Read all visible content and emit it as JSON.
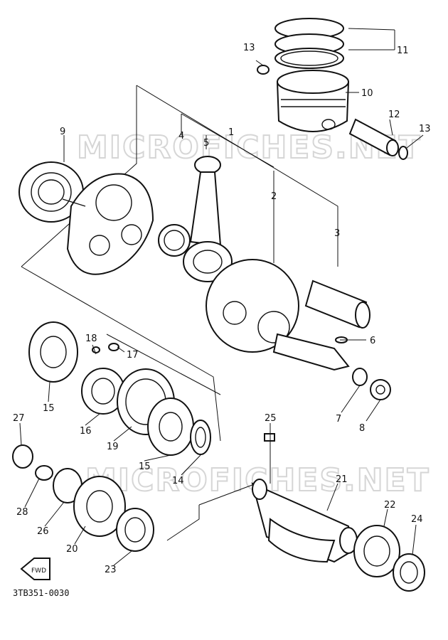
{
  "diagram": {
    "watermark": "MICROFICHES.NET",
    "code": "3TB351-0030",
    "fwd_label": "FWD",
    "labels": {
      "p1": "1",
      "p2": "2",
      "p3": "3",
      "p4": "4",
      "p5": "5",
      "p6": "6",
      "p7": "7",
      "p8": "8",
      "p9": "9",
      "p10": "10",
      "p11": "11",
      "p12": "12",
      "p13a": "13",
      "p13b": "13",
      "p14": "14",
      "p15a": "15",
      "p15b": "15",
      "p16": "16",
      "p17": "17",
      "p18": "18",
      "p19": "19",
      "p20": "20",
      "p21": "21",
      "p22": "22",
      "p23": "23",
      "p24": "24",
      "p25": "25",
      "p26": "26",
      "p27": "27",
      "p28": "28"
    }
  }
}
